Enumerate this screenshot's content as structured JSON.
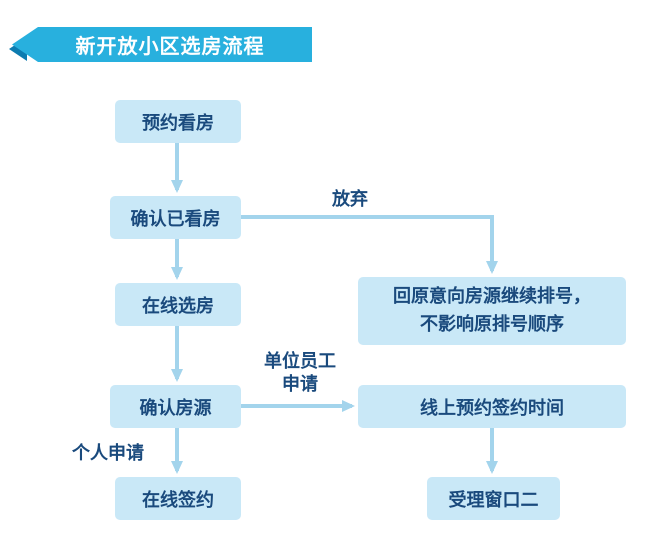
{
  "title": "新开放小区选房流程",
  "nodes": {
    "book_viewing": "预约看房",
    "confirm_viewed": "确认已看房",
    "online_select": "在线选房",
    "return_queue_line1": "回原意向房源继续排号，",
    "return_queue_line2": "不影响原排号顺序",
    "confirm_listing": "确认房源",
    "online_sign_time": "线上预约签约时间",
    "online_sign": "在线签约",
    "service_window_two": "受理窗口二"
  },
  "edge_labels": {
    "abandon": "放弃",
    "employee_line1": "单位员工",
    "employee_line2": "申请",
    "individual": "个人申请"
  },
  "colors": {
    "bg": "#ffffff",
    "banner": "#28b0de",
    "banner_dark": "#0d7cb0",
    "box_fill": "#c9e8f7",
    "text": "#1a4a7d",
    "arrow": "#a3d4ec"
  }
}
